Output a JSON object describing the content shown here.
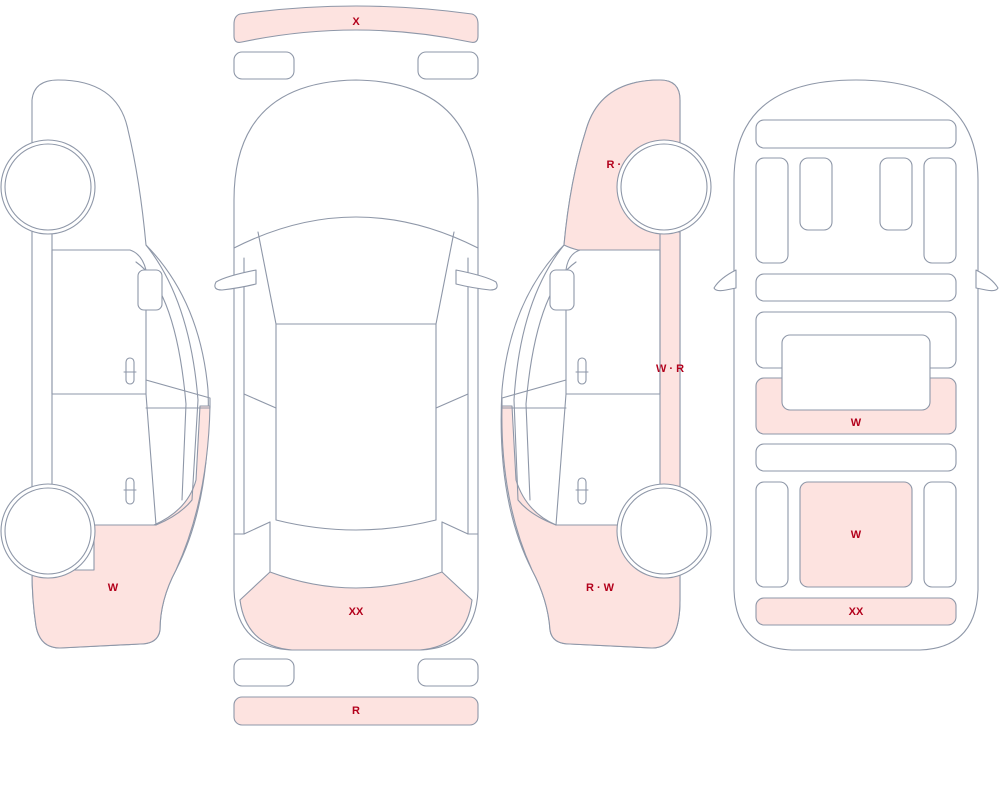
{
  "colors": {
    "outline": "#8e97a8",
    "damage_fill": "#fde3e0",
    "label_text": "#b3001b",
    "background": "#ffffff"
  },
  "labels": {
    "front_bumper": "X",
    "rear_bumper": "R",
    "top_trunk": "XX",
    "left_rear_quarter": "W",
    "right_front_fender": "R · P",
    "right_rocker": "W · R",
    "right_rear_quarter": "R · W",
    "interior_trunk_area": "W",
    "interior_rear_floor": "W",
    "interior_rear_sill": "XX"
  }
}
